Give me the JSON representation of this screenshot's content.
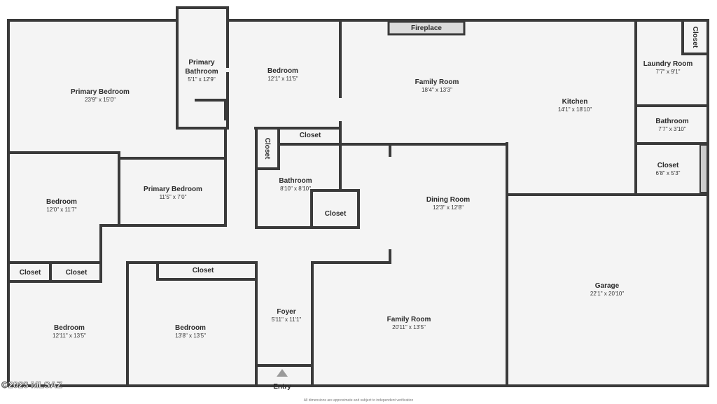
{
  "rooms": {
    "primary_bedroom": {
      "name": "Primary Bedroom",
      "dim": "23'9\" x 15'0\""
    },
    "primary_bathroom": {
      "name1": "Primary",
      "name2": "Bathroom",
      "dim": "5'1\" x 12'9\""
    },
    "bedroom_top": {
      "name": "Bedroom",
      "dim": "12'1\" x 11'5\""
    },
    "family_room_top": {
      "name": "Family Room",
      "dim": "18'4\" x 13'3\""
    },
    "kitchen": {
      "name": "Kitchen",
      "dim": "14'1\" x 18'10\""
    },
    "laundry_room": {
      "name": "Laundry Room",
      "dim": "7'7\" x 9'1\""
    },
    "bathroom_right": {
      "name": "Bathroom",
      "dim": "7'7\" x 3'10\""
    },
    "closet_right": {
      "name": "Closet",
      "dim": "6'8\" x 5'3\""
    },
    "bedroom_left": {
      "name": "Bedroom",
      "dim": "12'0\" x 11'7\""
    },
    "primary_bedroom_2": {
      "name": "Primary Bedroom",
      "dim": "11'5\" x 7'0\""
    },
    "bathroom_mid": {
      "name": "Bathroom",
      "dim": "8'10\" x 8'10\""
    },
    "dining_room": {
      "name": "Dining Room",
      "dim": "12'3\" x 12'8\""
    },
    "garage": {
      "name": "Garage",
      "dim": "22'1\" x 20'10\""
    },
    "bedroom_bl": {
      "name": "Bedroom",
      "dim": "12'11\" x 13'5\""
    },
    "bedroom_bm": {
      "name": "Bedroom",
      "dim": "13'8\" x 13'5\""
    },
    "foyer": {
      "name": "Foyer",
      "dim": "5'11\" x 11'1\""
    },
    "family_room_bottom": {
      "name": "Family Room",
      "dim": "20'11\" x 13'5\""
    }
  },
  "labels": {
    "fireplace": "Fireplace",
    "closet": "Closet",
    "entry": "Entry"
  },
  "footer": {
    "disclaimer": "All dimensions are approximate and subject to independent verification",
    "copyright": "©2023 MLSAZ"
  }
}
